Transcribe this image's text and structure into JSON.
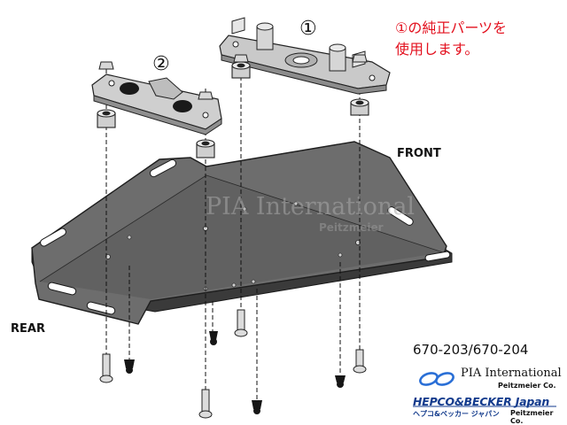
{
  "callouts": {
    "part1": "①",
    "part2": "②"
  },
  "labels": {
    "front": "FRONT",
    "rear": "REAR"
  },
  "note": {
    "line1": "①の純正パーツを",
    "line2": "使用します。"
  },
  "part_numbers": "670-203/670-204",
  "logo": {
    "pia": "PIA International",
    "peitzmeier": "Peitzmeier Co.",
    "brand": "HEPCO&BECKER Japan",
    "brand_sub": "ヘプコ&ベッカー ジャパン",
    "peitzmeier2": "Peitzmeier Co."
  },
  "watermark": {
    "main": "PIA International",
    "sub": "Peitzmeier"
  },
  "colors": {
    "plate_fill": "#6d6d6d",
    "plate_edge": "#222222",
    "note_red": "#e3101e",
    "brand_blue": "#123a8c"
  }
}
